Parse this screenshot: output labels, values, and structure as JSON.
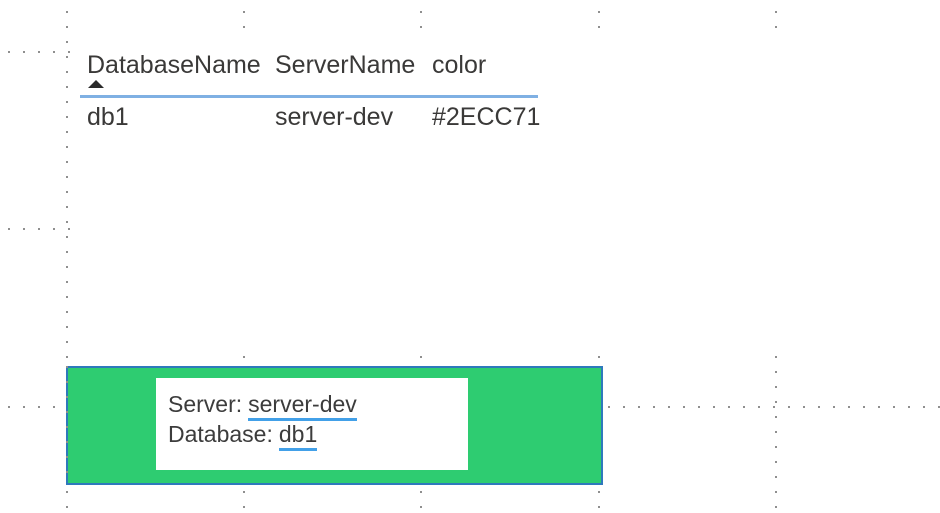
{
  "grid": {
    "dot_color": "#8f8f8f"
  },
  "table_visual": {
    "columns": [
      {
        "label": "DatabaseName",
        "sort": "ascending"
      },
      {
        "label": "ServerName",
        "sort": ""
      },
      {
        "label": "color",
        "sort": ""
      }
    ],
    "rows": [
      [
        "db1",
        "server-dev",
        "#2ECC71"
      ]
    ],
    "sort_icon": "triangle-up",
    "separator_color": "#7fb0e3"
  },
  "info_card": {
    "fill_color": "#2ECC71",
    "border_color": "#2e79bc",
    "underline_color": "#42a0e8",
    "lines": [
      {
        "label": "Server:",
        "value": "server-dev"
      },
      {
        "label": "Database:",
        "value": "db1"
      }
    ]
  }
}
